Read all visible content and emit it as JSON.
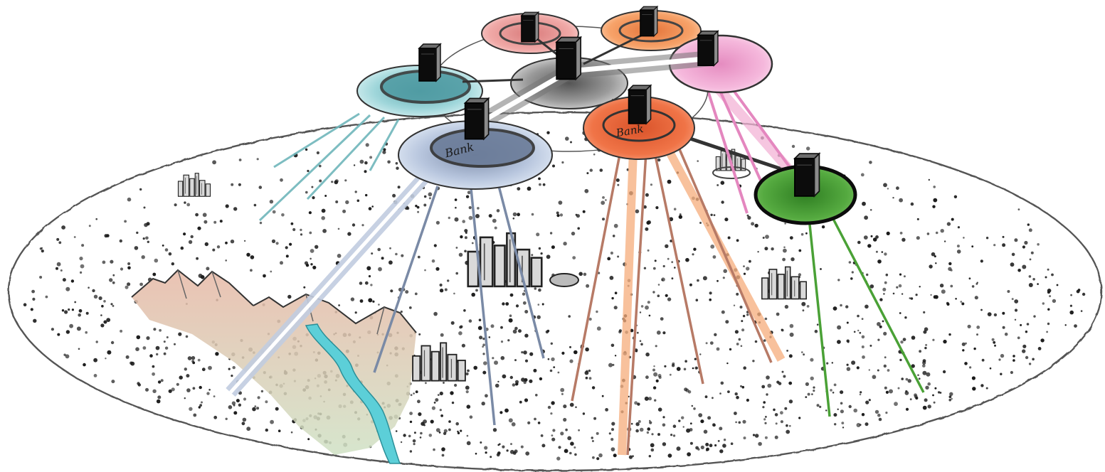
{
  "labels": {
    "bank_blue": "Bank",
    "bank_orange": "Bank"
  },
  "colors": {
    "teal": "#7fc4c9",
    "teal_dark": "#4e9aa2",
    "blue": "#aebfd8",
    "blue_dark": "#6b7c99",
    "orange": "#ef6a3c",
    "orange_dark": "#c54a22",
    "pink": "#f2a7d1",
    "pink_dark": "#d46aa8",
    "salmon": "#ec9a98",
    "peach": "#f59a5c",
    "green": "#4aa136",
    "green_dark": "#2c6d1f",
    "gray": "#8d8d8d",
    "river": "#5ccfd8"
  },
  "icons": [
    "server-icon",
    "city-icon",
    "mountain-icon",
    "river-icon",
    "population-dots"
  ]
}
